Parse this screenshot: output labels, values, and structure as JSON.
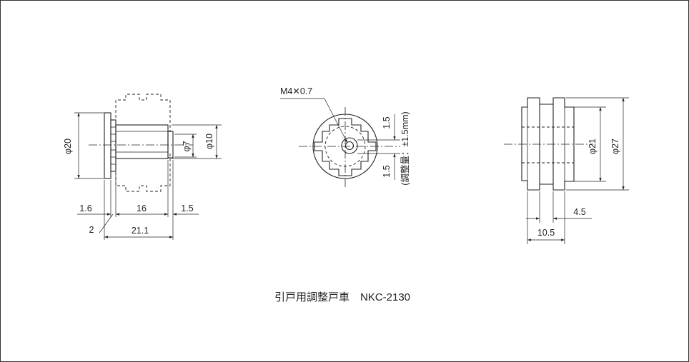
{
  "title": "引戸用調整戸車　NKC-2130",
  "side_view": {
    "dims": {
      "dia_outer": "φ20",
      "dia_shaft_small": "φ7",
      "dia_shaft_large": "φ10",
      "flange_thickness": "1.6",
      "body_length": "16",
      "end_length": "1.5",
      "chamfer": "2",
      "total_length": "21.1"
    }
  },
  "front_view": {
    "thread_label": "M4✕0.7",
    "adjust_up": "1.5",
    "adjust_down": "1.5",
    "adjust_note": "(調整量：±1.5mm)"
  },
  "wheel_view": {
    "dims": {
      "dia_groove": "φ21",
      "dia_outer": "φ27",
      "groove_width": "4.5",
      "total_width": "10.5"
    }
  }
}
